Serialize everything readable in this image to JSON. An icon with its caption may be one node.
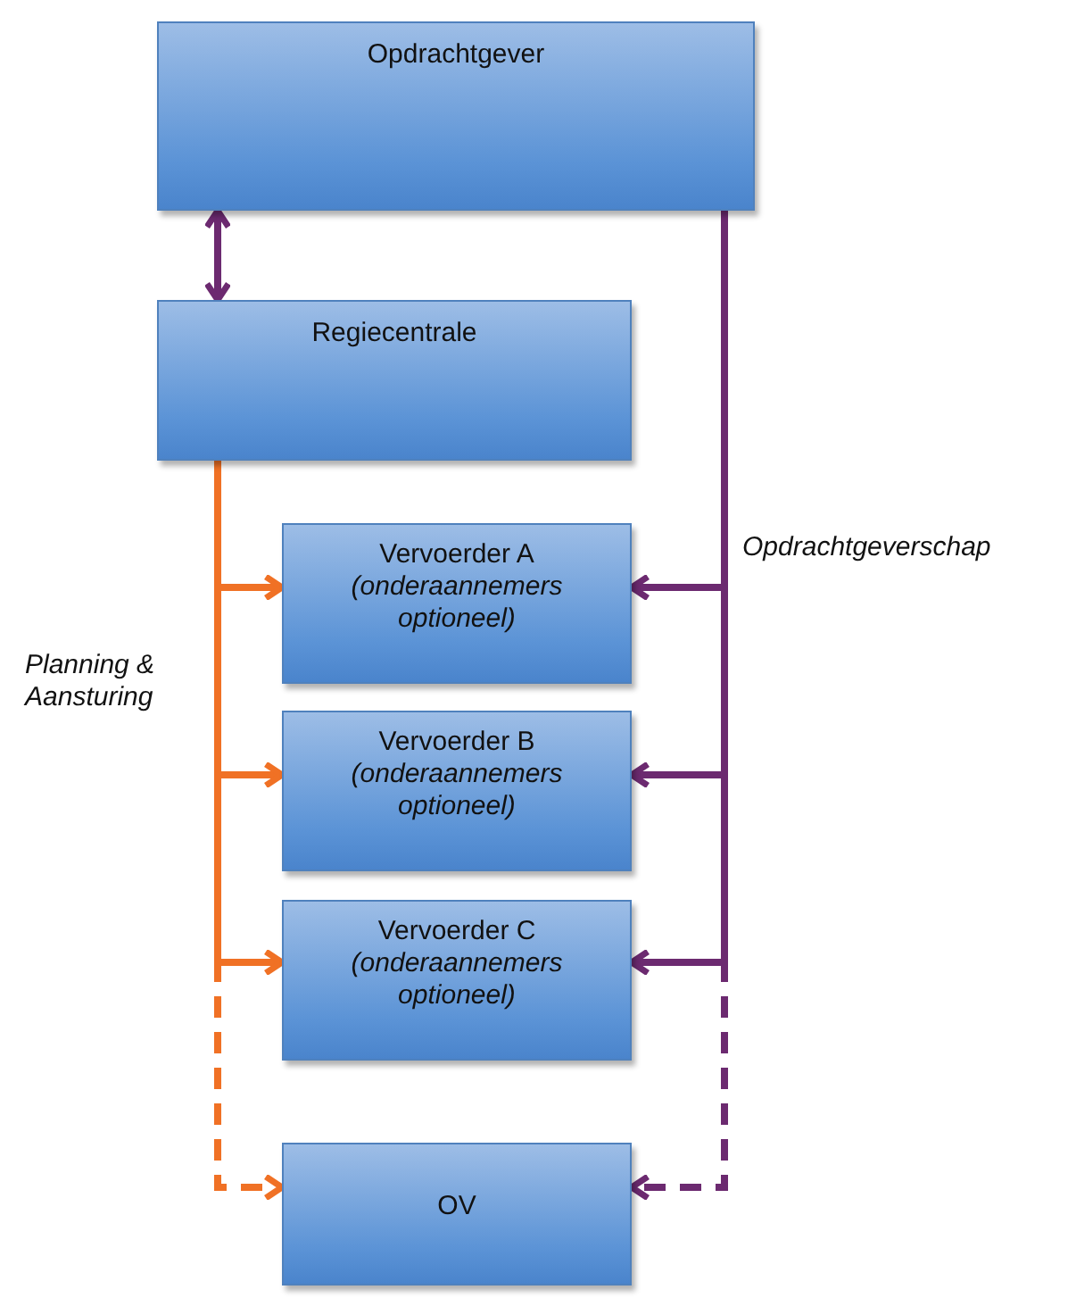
{
  "diagram": {
    "nodes": [
      {
        "text": [
          "Opdrachtgever"
        ]
      },
      {
        "text": [
          "Regiecentrale"
        ]
      },
      {
        "text": [
          "Vervoerder A",
          "(onderaannemers optioneel)"
        ]
      },
      {
        "text": [
          "Vervoerder B",
          "(onderaannemers optioneel)"
        ]
      },
      {
        "text": [
          "Vervoerder C",
          "(onderaannemers optioneel)"
        ]
      },
      {
        "text": [
          "OV"
        ]
      }
    ],
    "edges": [
      {
        "from": 0,
        "to": 1,
        "arrow": "both"
      },
      {
        "from": 1,
        "to": 2,
        "arrow": "to",
        "color": "#f07125"
      },
      {
        "from": 1,
        "to": 3,
        "arrow": "to",
        "color": "#f07125"
      },
      {
        "from": 1,
        "to": 4,
        "arrow": "to",
        "color": "#f07125"
      },
      {
        "from": 1,
        "to": 5,
        "arrow": "to",
        "style": "dashed",
        "color": "#f07125"
      },
      {
        "from": 0,
        "to": 2,
        "arrow": "to"
      },
      {
        "from": 0,
        "to": 3,
        "arrow": "to"
      },
      {
        "from": 0,
        "to": 4,
        "arrow": "to"
      },
      {
        "from": 0,
        "to": 5,
        "arrow": "to",
        "style": "dashed"
      }
    ],
    "labels": [
      "Planning & Aansturing",
      "Opdrachtgeverschap"
    ]
  }
}
